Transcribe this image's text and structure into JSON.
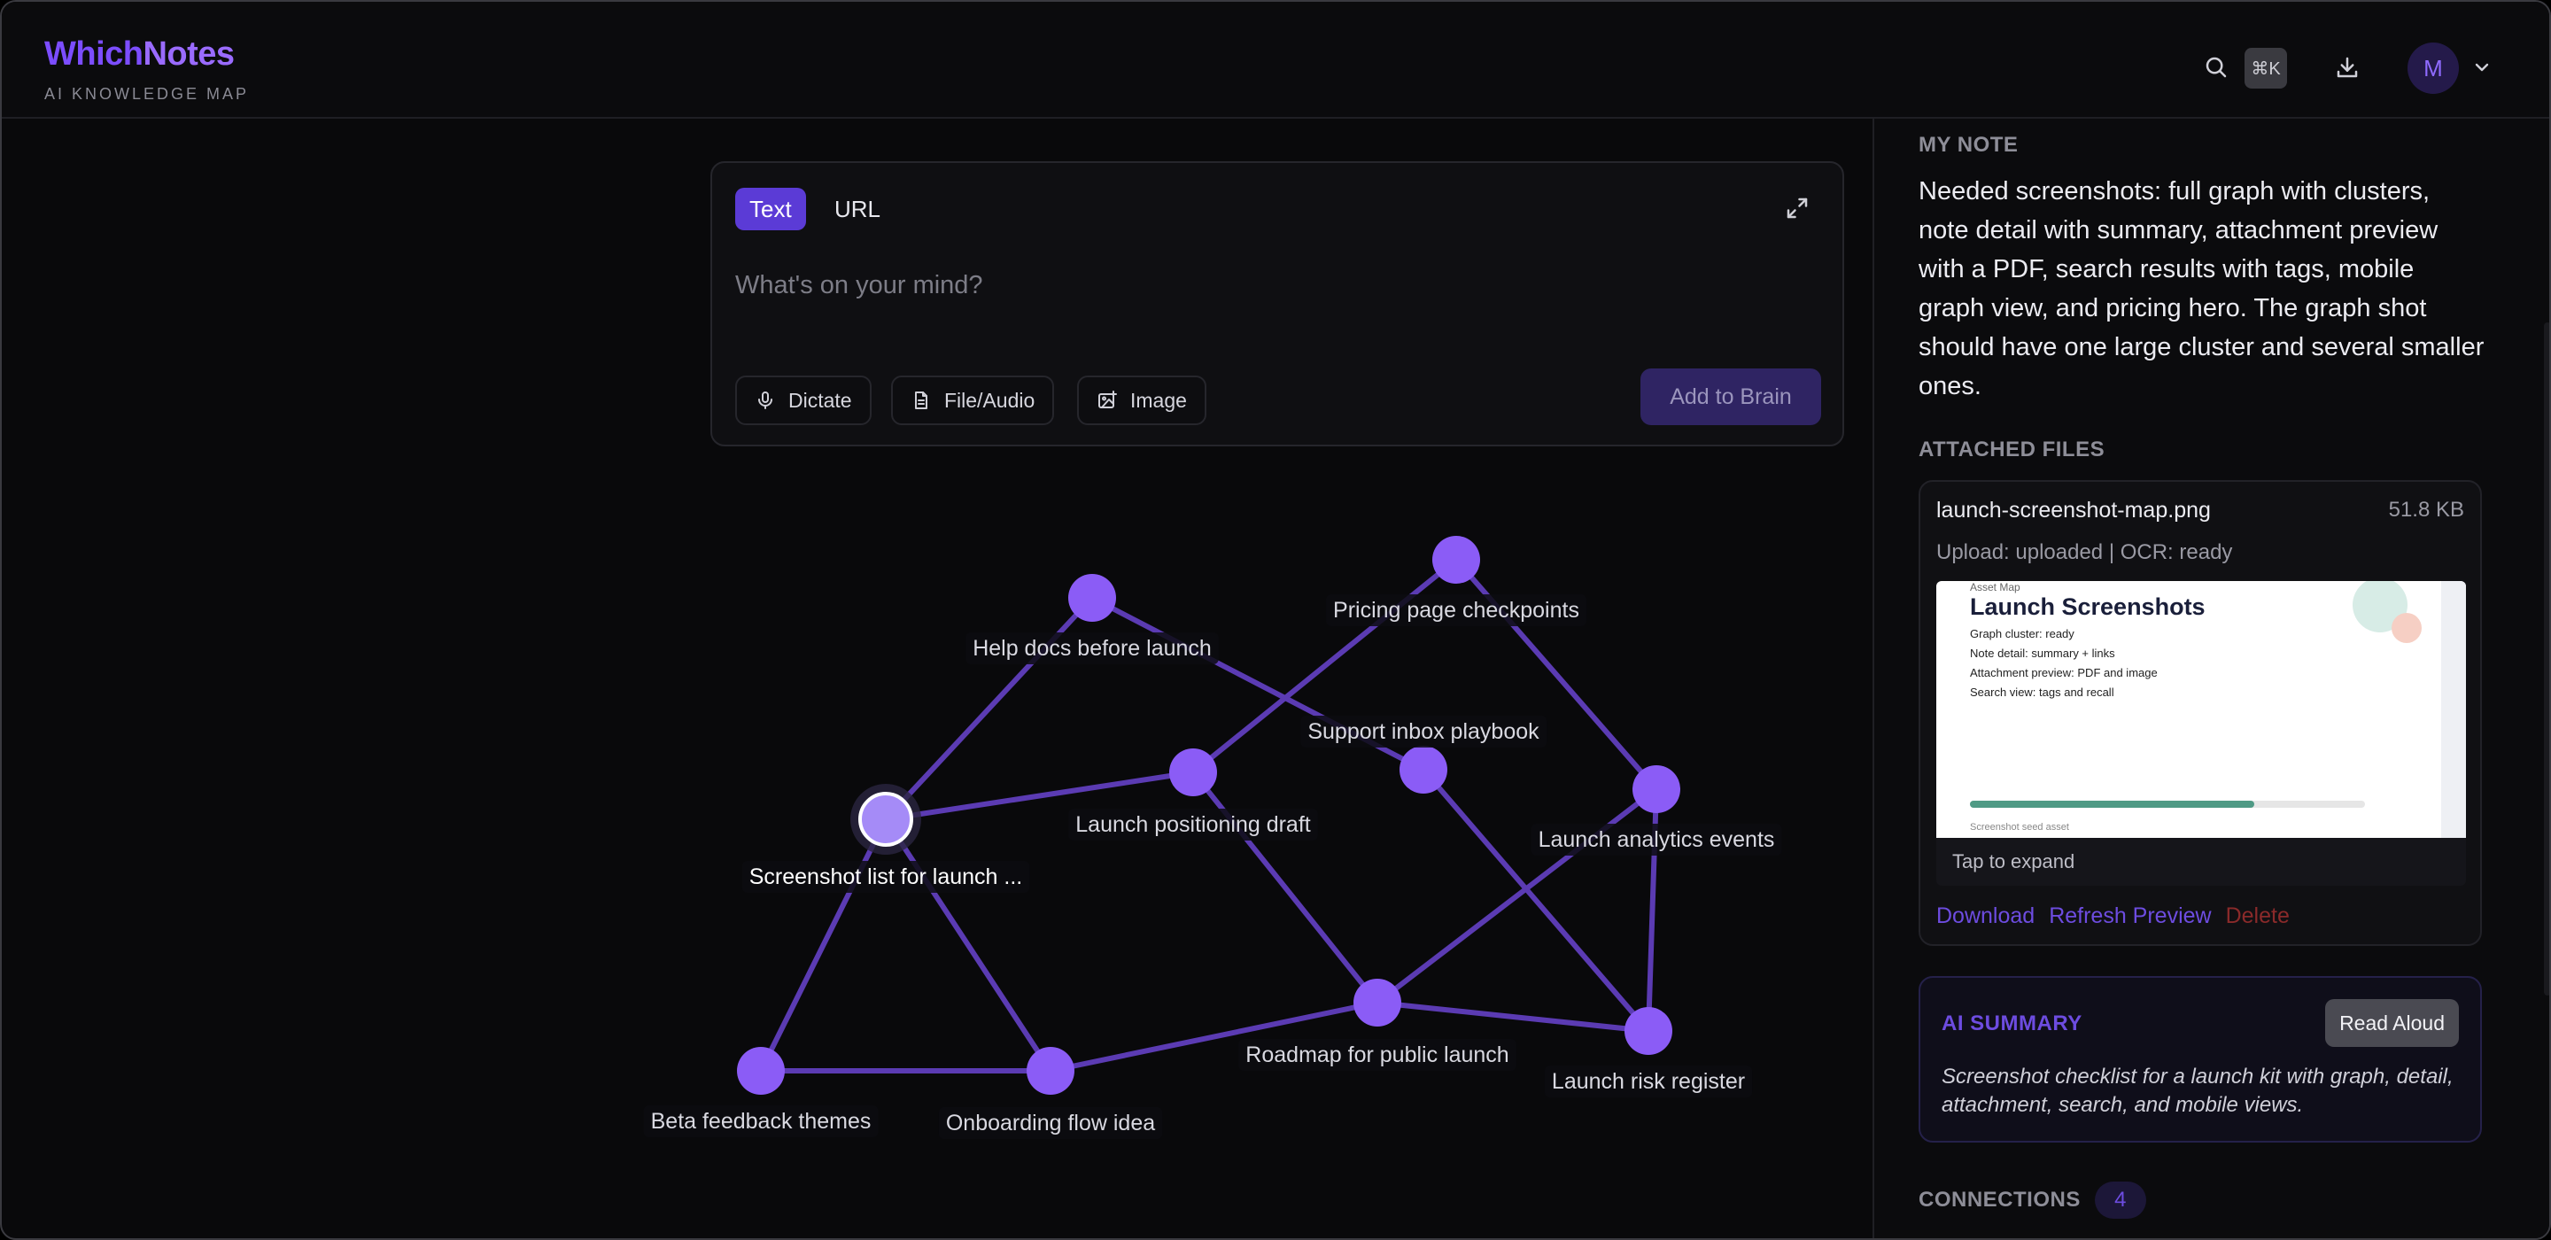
{
  "app": {
    "name_part1": "Which",
    "name_part2": "Notes",
    "tagline": "AI KNOWLEDGE MAP",
    "shortcut": "⌘K",
    "avatar_initial": "M"
  },
  "composer": {
    "tabs": [
      "Text",
      "URL"
    ],
    "active_tab": "Text",
    "placeholder": "What's on your mind?",
    "buttons": {
      "dictate": "Dictate",
      "file_audio": "File/Audio",
      "image": "Image"
    },
    "submit": "Add to Brain"
  },
  "graph": {
    "node_color": "#8b5cf6",
    "edge_color": "#5b3bb3",
    "nodes": [
      {
        "id": "help",
        "label": "Help docs before launch"
      },
      {
        "id": "pricing",
        "label": "Pricing page checkpoints"
      },
      {
        "id": "support",
        "label": "Support inbox playbook"
      },
      {
        "id": "positioning",
        "label": "Launch positioning draft"
      },
      {
        "id": "screenshot",
        "label": "Screenshot list for launch ...",
        "selected": true
      },
      {
        "id": "analytics",
        "label": "Launch analytics events"
      },
      {
        "id": "roadmap",
        "label": "Roadmap for public launch"
      },
      {
        "id": "risk",
        "label": "Launch risk register"
      },
      {
        "id": "beta",
        "label": "Beta feedback themes"
      },
      {
        "id": "onboarding",
        "label": "Onboarding flow idea"
      }
    ],
    "edges": [
      [
        "screenshot",
        "help"
      ],
      [
        "screenshot",
        "positioning"
      ],
      [
        "screenshot",
        "beta"
      ],
      [
        "screenshot",
        "onboarding"
      ],
      [
        "beta",
        "onboarding"
      ],
      [
        "onboarding",
        "roadmap"
      ],
      [
        "positioning",
        "roadmap"
      ],
      [
        "positioning",
        "pricing"
      ],
      [
        "help",
        "support"
      ],
      [
        "support",
        "risk"
      ],
      [
        "pricing",
        "analytics"
      ],
      [
        "analytics",
        "roadmap"
      ],
      [
        "analytics",
        "risk"
      ],
      [
        "roadmap",
        "risk"
      ]
    ]
  },
  "panel": {
    "my_note_title": "MY NOTE",
    "my_note_text": "Needed screenshots: full graph with clusters, note detail with summary, attachment preview with a PDF, search results with tags, mobile graph view, and pricing hero. The graph shot should have one large cluster and several smaller ones.",
    "attached_title": "ATTACHED FILES",
    "file": {
      "name": "launch-screenshot-map.png",
      "size": "51.8 KB",
      "status": "Upload: uploaded | OCR: ready",
      "preview": {
        "small_label": "Asset Map",
        "title": "Launch Screenshots",
        "lines": [
          "Graph cluster: ready",
          "Note detail: summary + links",
          "Attachment preview: PDF and image",
          "Search view: tags and recall"
        ],
        "progress": 0.72,
        "footer": "Screenshot seed asset"
      },
      "tap_hint": "Tap to expand",
      "actions": {
        "download": "Download",
        "refresh": "Refresh Preview",
        "delete": "Delete"
      }
    },
    "summary": {
      "title": "AI SUMMARY",
      "read_aloud": "Read Aloud",
      "text": "Screenshot checklist for a launch kit with graph, detail, attachment, search, and mobile views."
    },
    "connections": {
      "title": "CONNECTIONS",
      "count": "4"
    }
  }
}
